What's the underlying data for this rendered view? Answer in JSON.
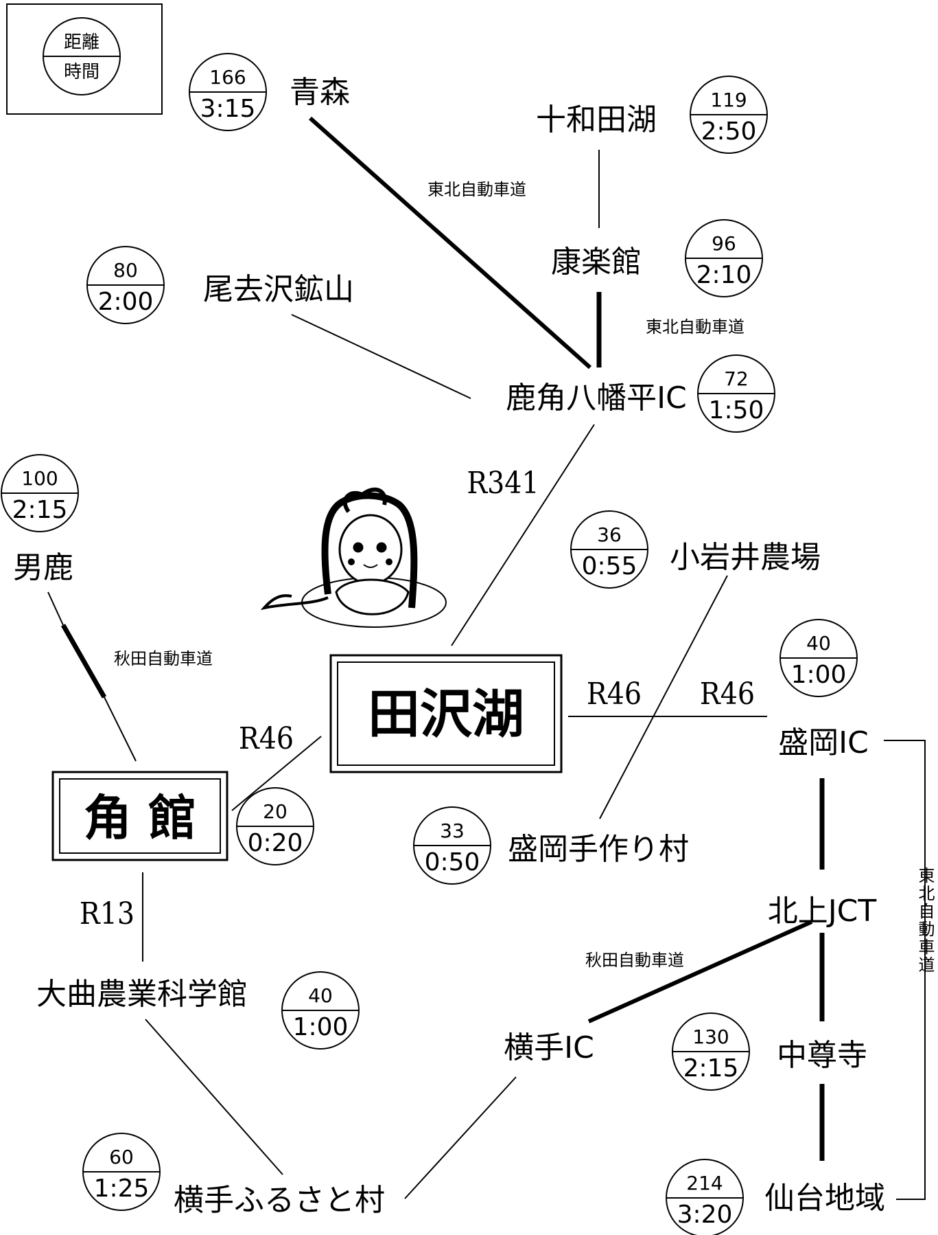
{
  "legend": {
    "top": "距離",
    "bottom": "時間"
  },
  "hubs": {
    "tazawako": "田沢湖",
    "kakunodate": "角 館"
  },
  "places": {
    "aomori": "青森",
    "towadako": "十和田湖",
    "kourakukan": "康楽館",
    "osarizawa": "尾去沢鉱山",
    "kazuno_ic": "鹿角八幡平IC",
    "oga": "男鹿",
    "koiwai": "小岩井農場",
    "morioka_ic": "盛岡IC",
    "morioka_tezukuri": "盛岡手作り村",
    "kitakami_jct": "北上JCT",
    "omagari": "大曲農業科学館",
    "yokote_ic": "横手IC",
    "chusonji": "中尊寺",
    "yokote_furusato": "横手ふるさと村",
    "sendai": "仙台地域"
  },
  "badges": {
    "aomori": {
      "distance": "166",
      "time": "3:15"
    },
    "towadako": {
      "distance": "119",
      "time": "2:50"
    },
    "kourakukan": {
      "distance": "96",
      "time": "2:10"
    },
    "osarizawa": {
      "distance": "80",
      "time": "2:00"
    },
    "kazuno_ic": {
      "distance": "72",
      "time": "1:50"
    },
    "oga": {
      "distance": "100",
      "time": "2:15"
    },
    "koiwai": {
      "distance": "36",
      "time": "0:55"
    },
    "morioka_ic": {
      "distance": "40",
      "time": "1:00"
    },
    "kakunodate": {
      "distance": "20",
      "time": "0:20"
    },
    "morioka_tezukuri": {
      "distance": "33",
      "time": "0:50"
    },
    "omagari": {
      "distance": "40",
      "time": "1:00"
    },
    "chusonji": {
      "distance": "130",
      "time": "2:15"
    },
    "yokote_furusato": {
      "distance": "60",
      "time": "1:25"
    },
    "sendai": {
      "distance": "214",
      "time": "3:20"
    }
  },
  "roads": {
    "tohoku_expressway_north": "東北自動車道",
    "tohoku_expressway_kazuno": "東北自動車道",
    "akita_expressway_oga": "秋田自動車道",
    "akita_expressway_yokote": "秋田自動車道",
    "tohoku_expressway_vertical": "東北自動車道",
    "r341": "R341",
    "r46_west": "R46",
    "r46_east_1": "R46",
    "r46_east_2": "R46",
    "r13": "R13"
  },
  "colors": {
    "ink": "#000000",
    "background": "#ffffff"
  },
  "illustration": "tatsuko-mascot"
}
